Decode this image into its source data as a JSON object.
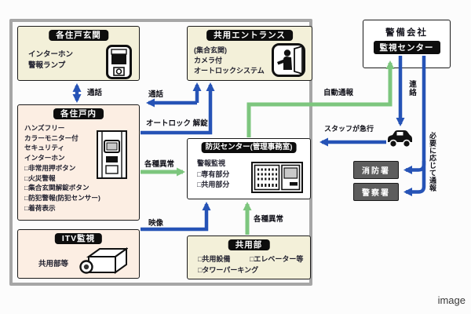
{
  "colors": {
    "arrow_blue": "#2653b6",
    "arrow_green": "#7dc67e",
    "frame_gray": "#a6a6a6",
    "box_cream": "#f3f0d9",
    "box_pink": "#fceee3",
    "dark_gray_box": "#5d5d5d",
    "badge_black": "#0d0d0d"
  },
  "boxes": {
    "entrance_unit": {
      "title": "各住戸玄関",
      "lines": [
        "インターホン",
        "警報ランプ"
      ]
    },
    "unit_interior": {
      "title": "各住戸内",
      "lines": [
        "ハンズフリー",
        "カラーモニター付",
        "セキュリティ",
        "インターホン",
        "□非常用押ボタン",
        "□火災警報",
        "□集合玄関解錠ボタン",
        "□防犯警報(防犯センサー)",
        "□着荷表示"
      ]
    },
    "itv": {
      "title": "ITV監視",
      "lines": [
        "共用部等"
      ]
    },
    "common_entrance": {
      "title": "共用エントランス",
      "lines": [
        "(集合玄関)",
        "カメラ付",
        "オートロックシステム"
      ]
    },
    "disaster_center": {
      "title": "防災センター(管理事務室)",
      "lines": [
        "警報監視",
        "□専有部分",
        "□共用部分"
      ]
    },
    "common_area": {
      "title": "共用部",
      "items": [
        "□共用設備",
        "□エレベーター等",
        "□タワーパーキング"
      ]
    },
    "security_company": {
      "title": "警備会社",
      "badge": "監視センター"
    },
    "fire_dept": {
      "label": "消防署"
    },
    "police": {
      "label": "警察署"
    }
  },
  "arrow_labels": {
    "call_unit": "通話",
    "call_entrance": "通話",
    "autolock_unlock": "オートロック 解錠",
    "abnormal_unit": "各種異常",
    "video": "映像",
    "abnormal_common": "各種異常",
    "auto_report": "自動通報",
    "contact": "連絡",
    "staff_dispatch": "スタッフが急行",
    "report_as_needed": "必要に応じて通報"
  },
  "watermark": "image"
}
